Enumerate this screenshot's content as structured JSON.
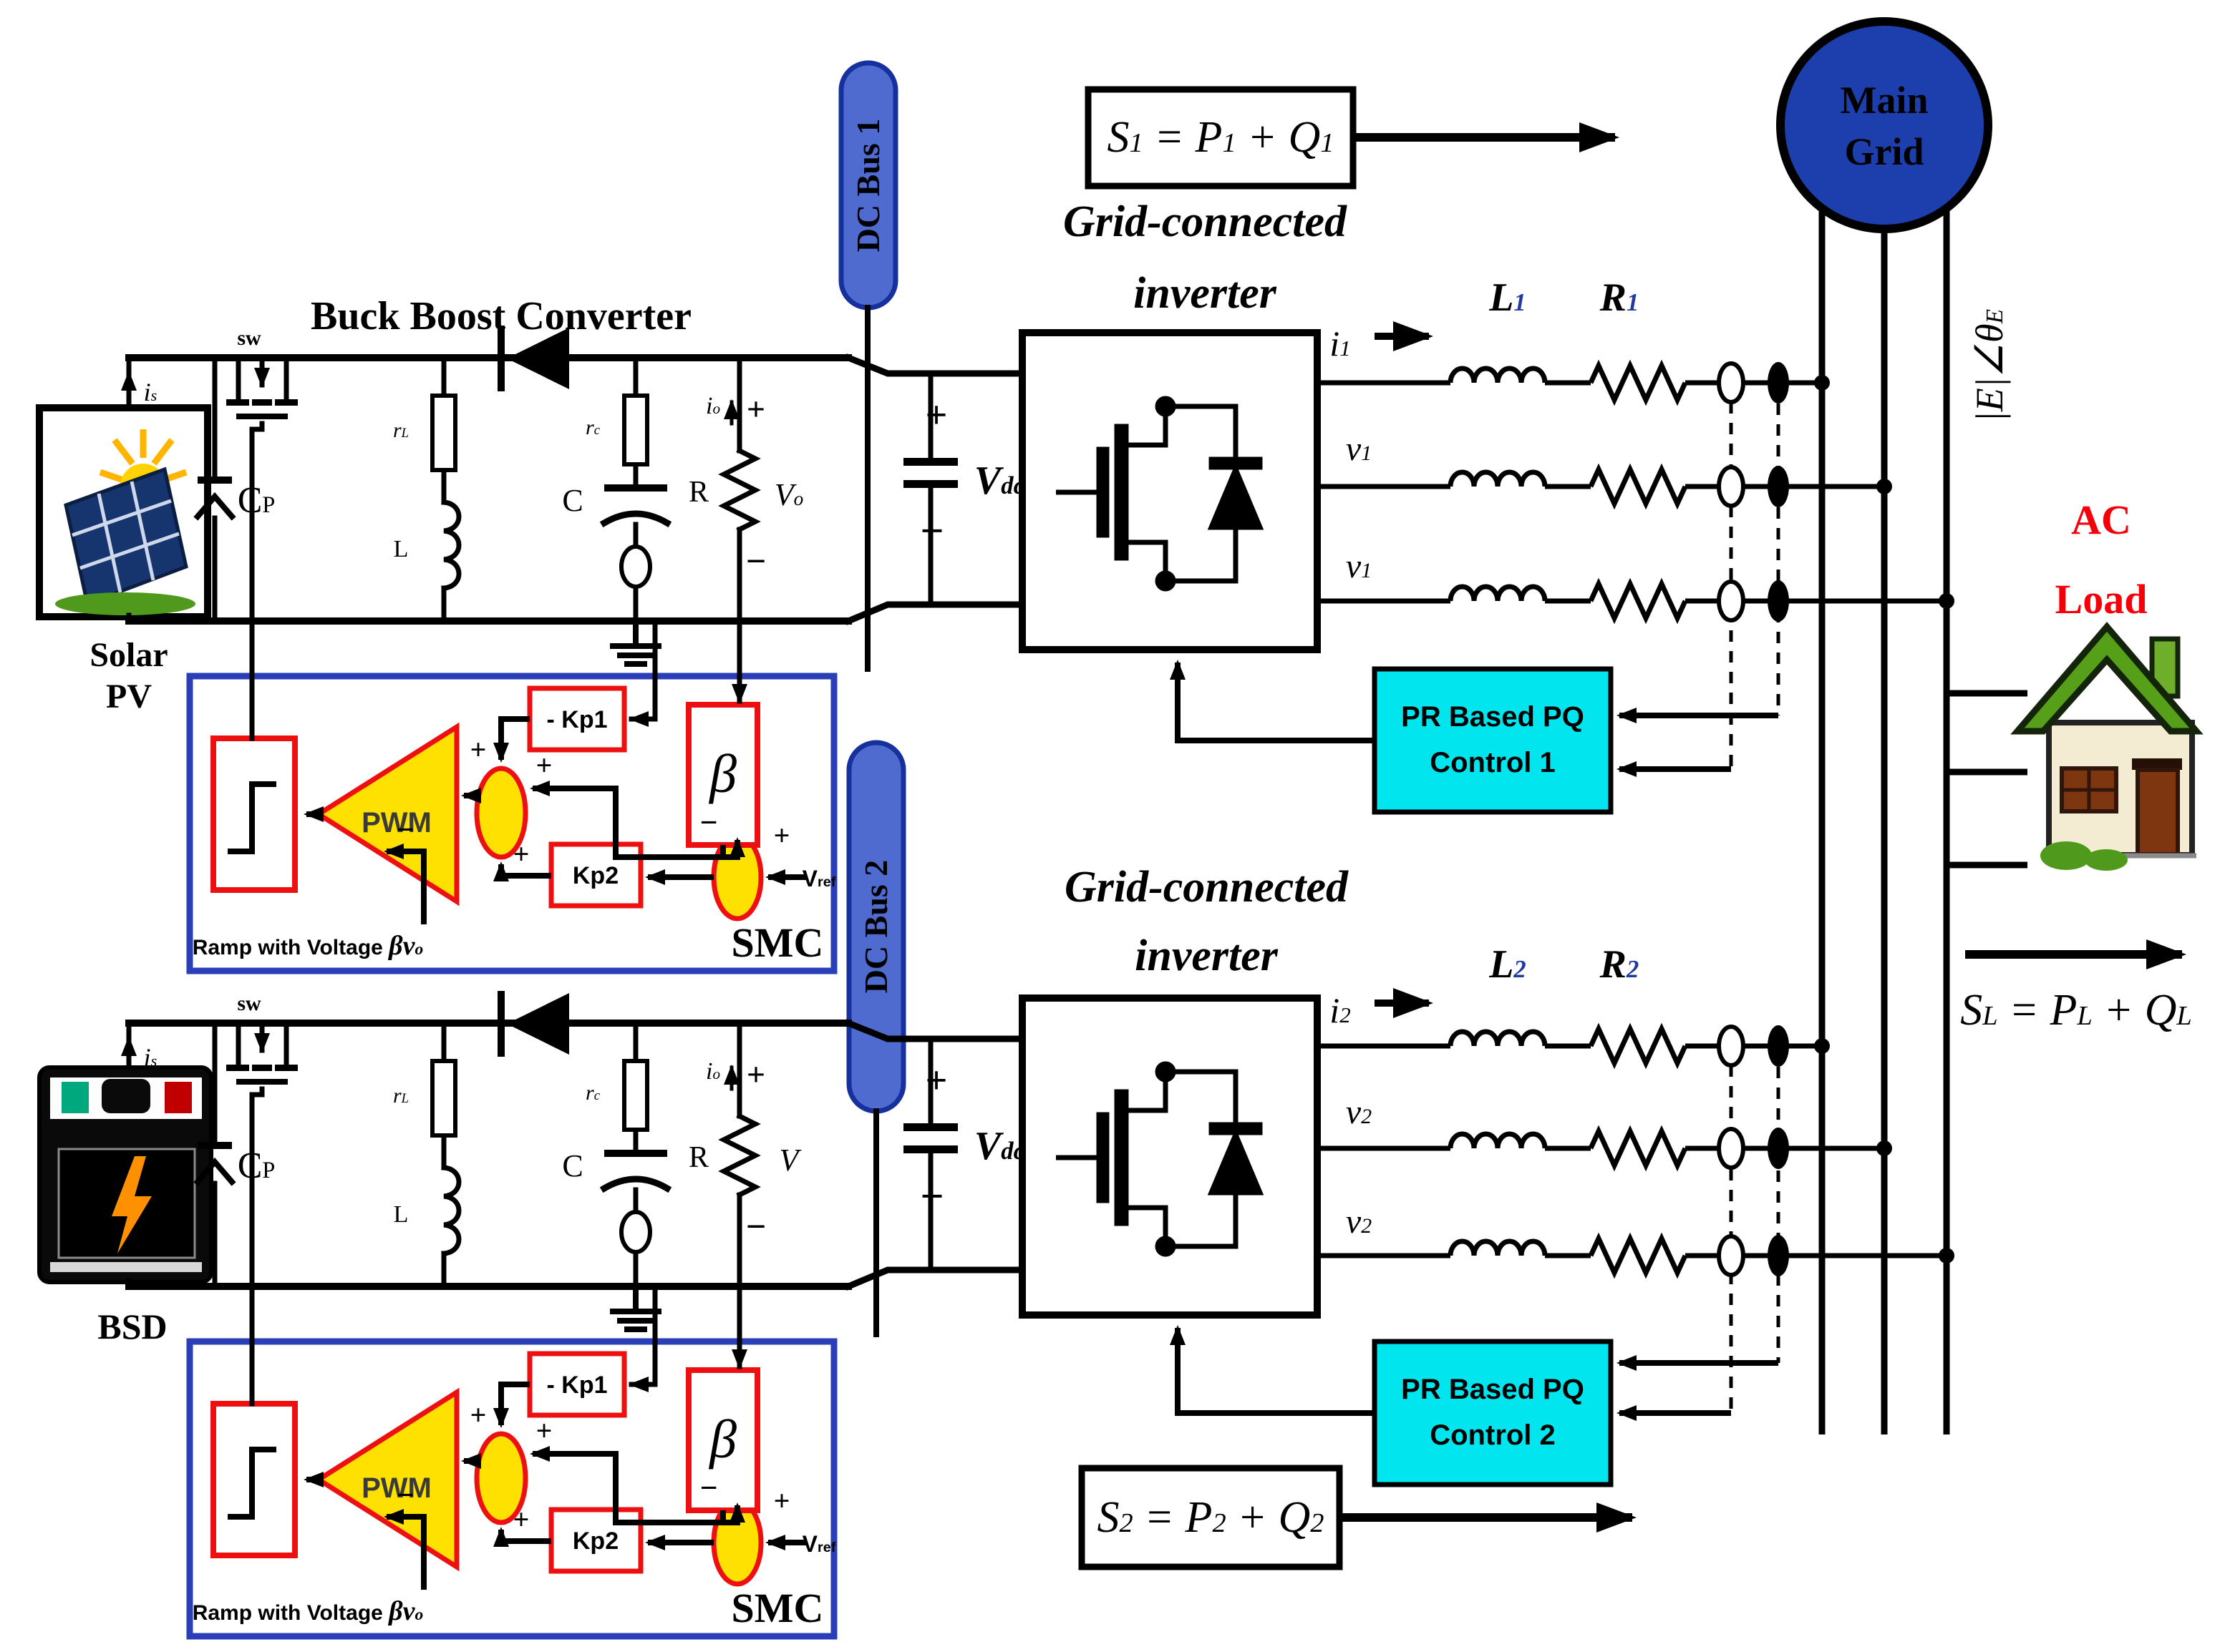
{
  "titles": {
    "buck_boost": "Buck Boost Converter",
    "grid_connected": "Grid-connected",
    "inverter": "inverter"
  },
  "sources": {
    "solar_1": "Solar",
    "solar_2": "PV",
    "battery": "BSD"
  },
  "grid": {
    "main_1": "Main",
    "main_2": "Grid",
    "phasor": {
      "t": "|E|∠θ",
      "sub": "E"
    }
  },
  "load": {
    "l1": "AC",
    "l2": "Load"
  },
  "bus": {
    "dc1": "DC Bus 1",
    "dc2": "DC Bus 2"
  },
  "pr": {
    "line1": "PR Based PQ",
    "ctrl1": "Control 1",
    "ctrl2": "Control 2"
  },
  "smc": {
    "name": "SMC",
    "pwm": "PWM",
    "kp1": "- Kp1",
    "kp2": "Kp2",
    "beta": "β",
    "vref": {
      "t": "V",
      "sub": "ref"
    },
    "ramp_text": "Ramp with Voltage",
    "ramp_math": {
      "t": "βv",
      "sub": "o"
    }
  },
  "converter": {
    "sw": "sw",
    "is": {
      "t": "i",
      "sub": "s"
    },
    "cp": {
      "t": "C",
      "sub": "P"
    },
    "rl": {
      "t": "r",
      "sub": "L"
    },
    "l": "L",
    "rc": {
      "t": "r",
      "sub": "c"
    },
    "c": "C",
    "r": "R",
    "vo": {
      "t": "V",
      "sub": "o"
    },
    "v": "V",
    "io": {
      "t": "i",
      "sub": "o"
    },
    "vdc": {
      "t": "V",
      "sub": "dc"
    },
    "plus": "+",
    "minus": "−"
  },
  "phases": {
    "i1": {
      "t": "i",
      "sub": "1"
    },
    "v1": {
      "t": "v",
      "sub": "1"
    },
    "l1": {
      "t": "L",
      "sub": "1"
    },
    "r1": {
      "t": "R",
      "sub": "1"
    },
    "i2": {
      "t": "i",
      "sub": "2"
    },
    "v2": {
      "t": "v",
      "sub": "2"
    },
    "l2": {
      "t": "L",
      "sub": "2"
    },
    "r2": {
      "t": "R",
      "sub": "2"
    }
  },
  "equations": {
    "s1": [
      {
        "t": "S",
        "sub": "1"
      },
      {
        "t": " = P",
        "sub": "1"
      },
      {
        "t": " + Q",
        "sub": "1"
      }
    ],
    "s2": [
      {
        "t": "S",
        "sub": "2"
      },
      {
        "t": " = P",
        "sub": "2"
      },
      {
        "t": " + Q",
        "sub": "2"
      }
    ],
    "sl": [
      {
        "t": "S",
        "sub": "L"
      },
      {
        "t": " = P",
        "sub": "L"
      },
      {
        "t": " + Q",
        "sub": "L"
      }
    ]
  },
  "colors": {
    "grid_circle": "#1d3fae",
    "pill": "#4f6bd0",
    "pr_box": "#00e5ee",
    "smc_border": "#2a3eb8",
    "red_border": "#ee1010",
    "yellow": "#ffe100",
    "ac_load_text": "#f50008"
  }
}
